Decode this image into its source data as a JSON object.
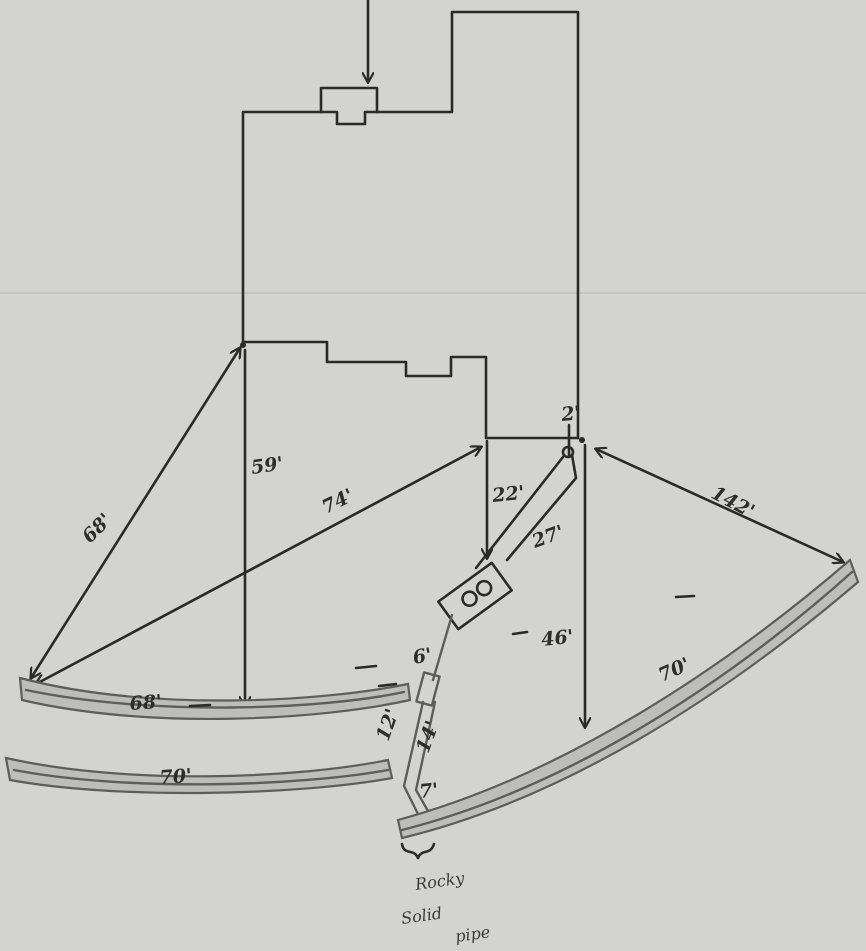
{
  "dimensions": {
    "d_59": "59'",
    "d_68_diag": "68'",
    "d_74": "74'",
    "d_22": "22'",
    "d_2": "2'",
    "d_27": "27'",
    "d_142": "142'",
    "d_46": "46'",
    "d_70_right": "70'",
    "d_68_lat": "68'",
    "d_70_left": "70'",
    "d_6": "6'",
    "d_12": "12'",
    "d_14": "14'",
    "d_7": "7'"
  },
  "notes": {
    "rocky_line1": "Rocky",
    "rocky_line2": "Solid",
    "rocky_line3": "pipe"
  },
  "colors": {
    "paper": "#d3d3d1",
    "ink": "#2a2a2a",
    "pencil": "#5d5d5d"
  }
}
